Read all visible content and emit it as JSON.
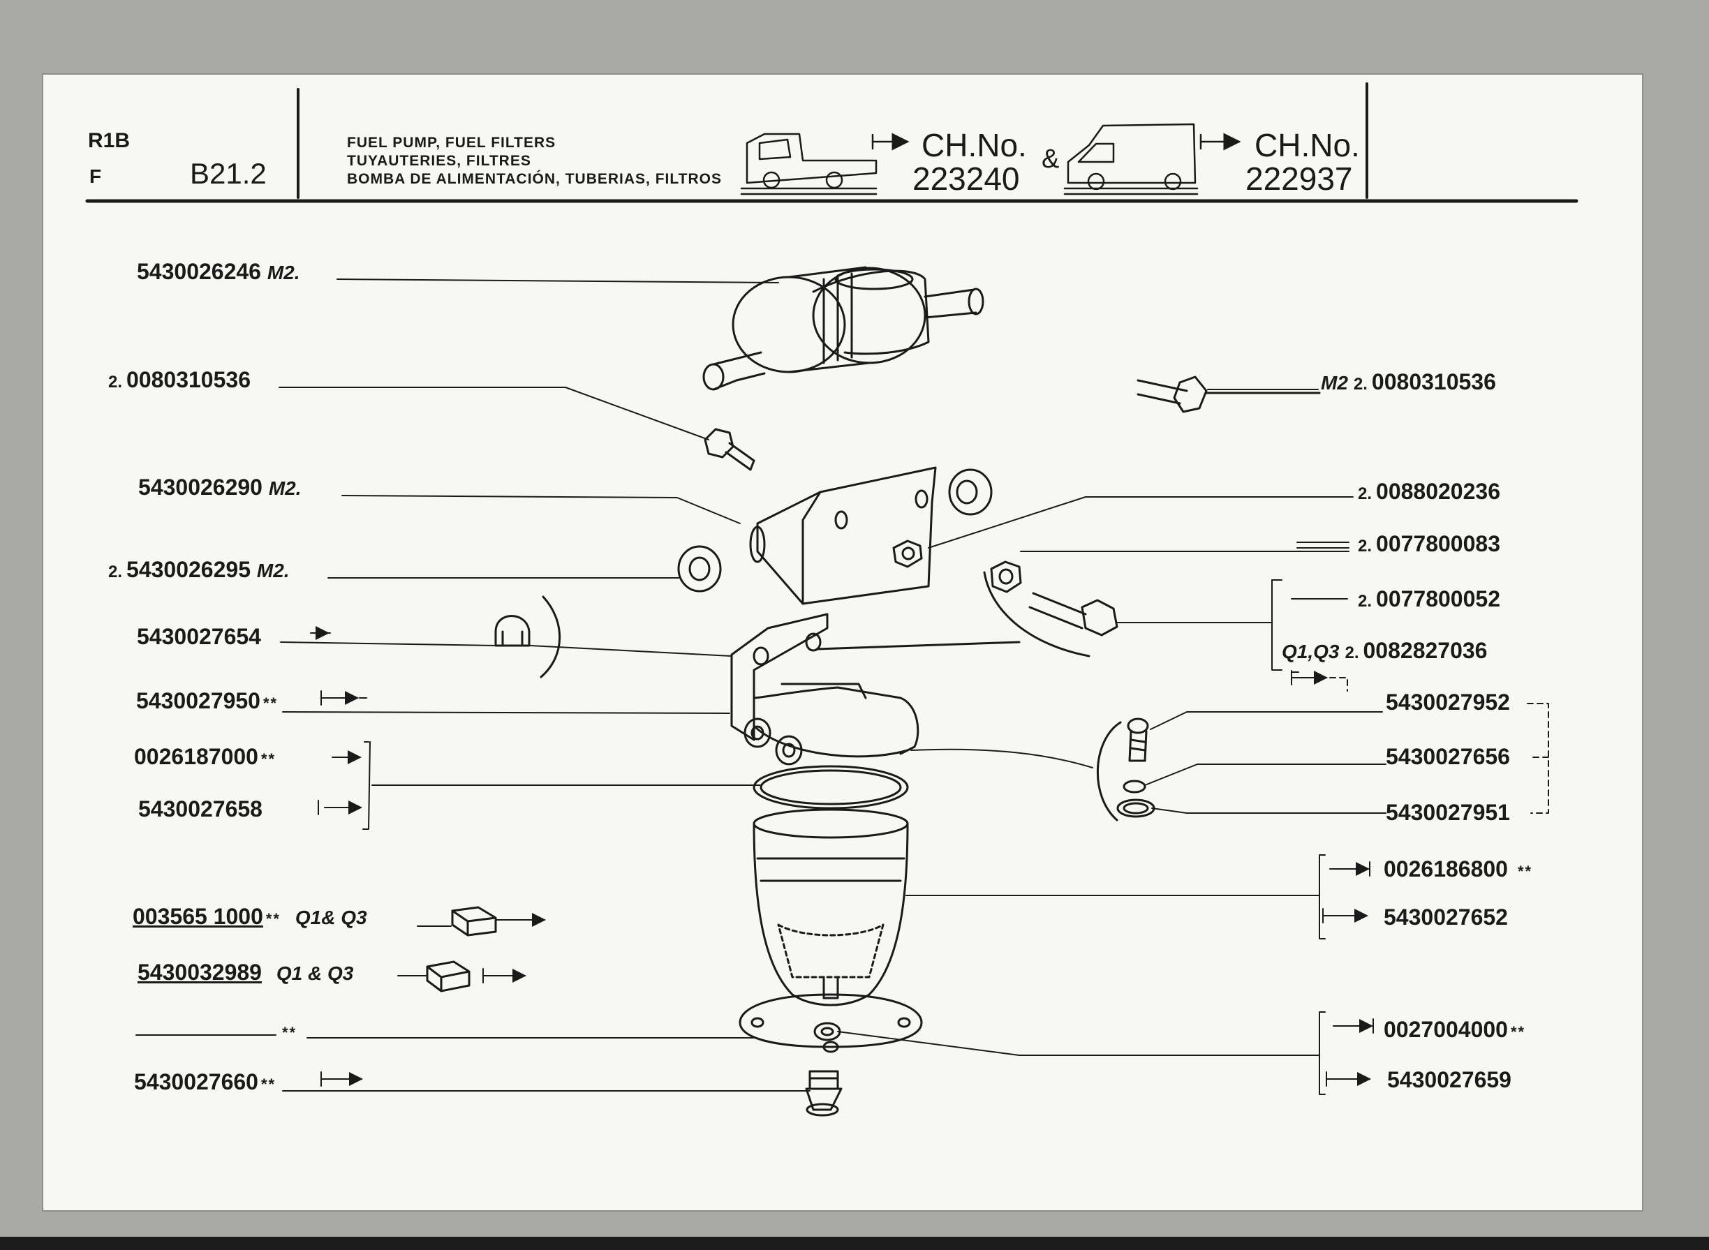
{
  "header": {
    "section_code": "R1B",
    "language_code": "F",
    "plate_number": "B21.2",
    "description_en": "FUEL PUMP, FUEL FILTERS",
    "description_fr": "TUYAUTERIES, FILTRES",
    "description_es": "BOMBA DE ALIMENTACIÓN, TUBERIAS, FILTROS",
    "chassis_label_1": "CH.No.",
    "chassis_number_1": "223240",
    "ampersand": "&",
    "chassis_label_2": "CH.No.",
    "chassis_number_2": "222937"
  },
  "left_callouts": [
    {
      "part": "5430026246",
      "qty": "",
      "note": "M2."
    },
    {
      "part": "0080310536",
      "qty": "2.",
      "note": ""
    },
    {
      "part": "5430026290",
      "qty": "",
      "note": "M2."
    },
    {
      "part": "5430026295",
      "qty": "2.",
      "note": "M2."
    },
    {
      "part": "5430027654",
      "qty": "",
      "note": ""
    },
    {
      "part": "5430027950",
      "qty": "",
      "note": "**"
    },
    {
      "part": "0026187000",
      "qty": "",
      "note": "**"
    },
    {
      "part": "5430027658",
      "qty": "",
      "note": ""
    },
    {
      "part": "003565 1000",
      "qty": "",
      "note": "**",
      "variant": "Q1& Q3"
    },
    {
      "part": "5430032989",
      "qty": "",
      "note": "",
      "variant": "Q1 & Q3"
    },
    {
      "part": "",
      "qty": "",
      "note": "**"
    },
    {
      "part": "5430027660",
      "qty": "",
      "note": "**"
    }
  ],
  "right_callouts": [
    {
      "part": "0080310536",
      "qty": "2.",
      "note": "M2"
    },
    {
      "part": "0088020236",
      "qty": "2.",
      "note": ""
    },
    {
      "part": "0077800083",
      "qty": "2.",
      "note": ""
    },
    {
      "part": "0077800052",
      "qty": "2.",
      "note": ""
    },
    {
      "part": "0082827036",
      "qty": "2.",
      "note": "Q1,Q3"
    },
    {
      "part": "5430027952",
      "qty": "",
      "note": ""
    },
    {
      "part": "5430027656",
      "qty": "",
      "note": ""
    },
    {
      "part": "5430027951",
      "qty": "",
      "note": ""
    },
    {
      "part": "0026186800",
      "qty": "",
      "note": "**"
    },
    {
      "part": "5430027652",
      "qty": "",
      "note": ""
    },
    {
      "part": "0027004000",
      "qty": "",
      "note": "**"
    },
    {
      "part": "5430027659",
      "qty": "",
      "note": ""
    }
  ]
}
